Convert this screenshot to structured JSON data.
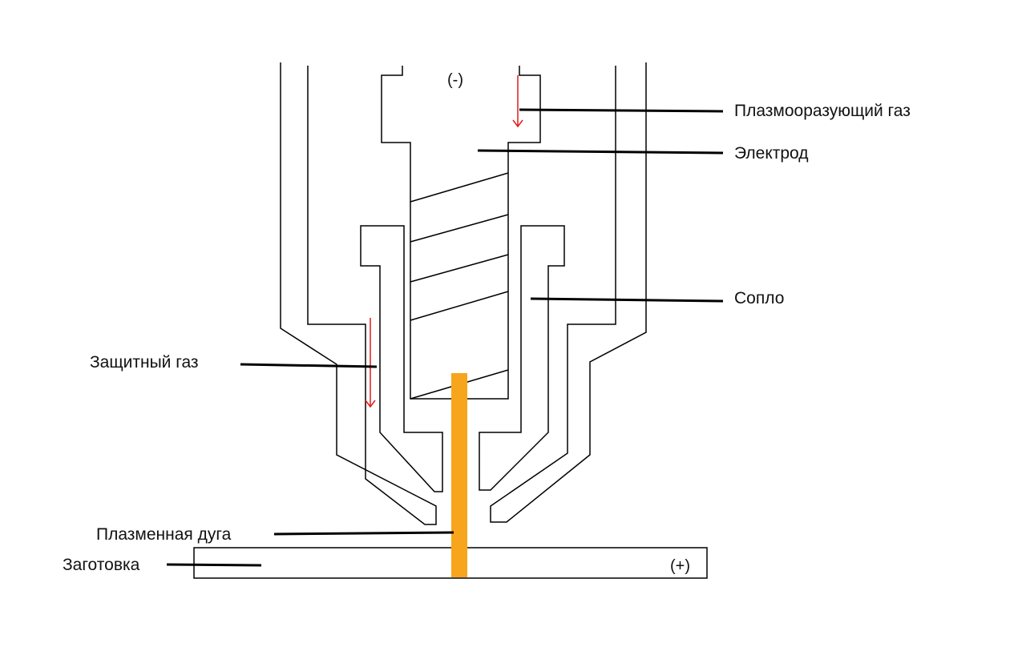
{
  "labels": {
    "plasma_gas": "Плазмооразующий газ",
    "electrode": "Электрод",
    "nozzle": "Сопло",
    "shield_gas": "Защитный газ",
    "plasma_arc": "Плазменная дуга",
    "workpiece": "Заготовка"
  },
  "polarity": {
    "electrode": "(-)",
    "workpiece": "(+)"
  },
  "colors": {
    "arc": "#f7a51c",
    "flow_arrow": "#e01b1b",
    "line": "#000000"
  }
}
